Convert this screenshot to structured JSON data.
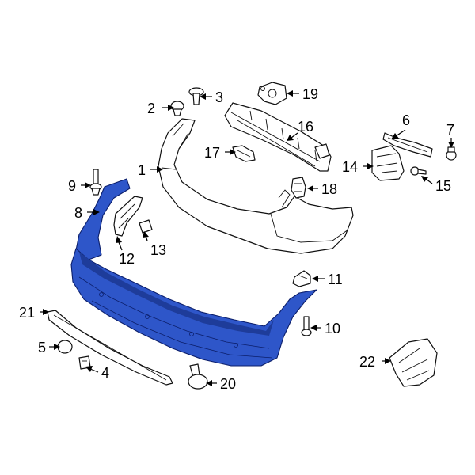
{
  "diagram": {
    "highlight_color": "#2e56c9",
    "callouts": [
      {
        "id": "c1",
        "label": "1"
      },
      {
        "id": "c2",
        "label": "2"
      },
      {
        "id": "c3",
        "label": "3"
      },
      {
        "id": "c4",
        "label": "4"
      },
      {
        "id": "c5",
        "label": "5"
      },
      {
        "id": "c6",
        "label": "6"
      },
      {
        "id": "c7",
        "label": "7"
      },
      {
        "id": "c8",
        "label": "8"
      },
      {
        "id": "c9",
        "label": "9"
      },
      {
        "id": "c10",
        "label": "10"
      },
      {
        "id": "c11",
        "label": "11"
      },
      {
        "id": "c12",
        "label": "12"
      },
      {
        "id": "c13",
        "label": "13"
      },
      {
        "id": "c14",
        "label": "14"
      },
      {
        "id": "c15",
        "label": "15"
      },
      {
        "id": "c16",
        "label": "16"
      },
      {
        "id": "c17",
        "label": "17"
      },
      {
        "id": "c18",
        "label": "18"
      },
      {
        "id": "c19",
        "label": "19"
      },
      {
        "id": "c20",
        "label": "20"
      },
      {
        "id": "c21",
        "label": "21"
      },
      {
        "id": "c22",
        "label": "22"
      }
    ]
  }
}
